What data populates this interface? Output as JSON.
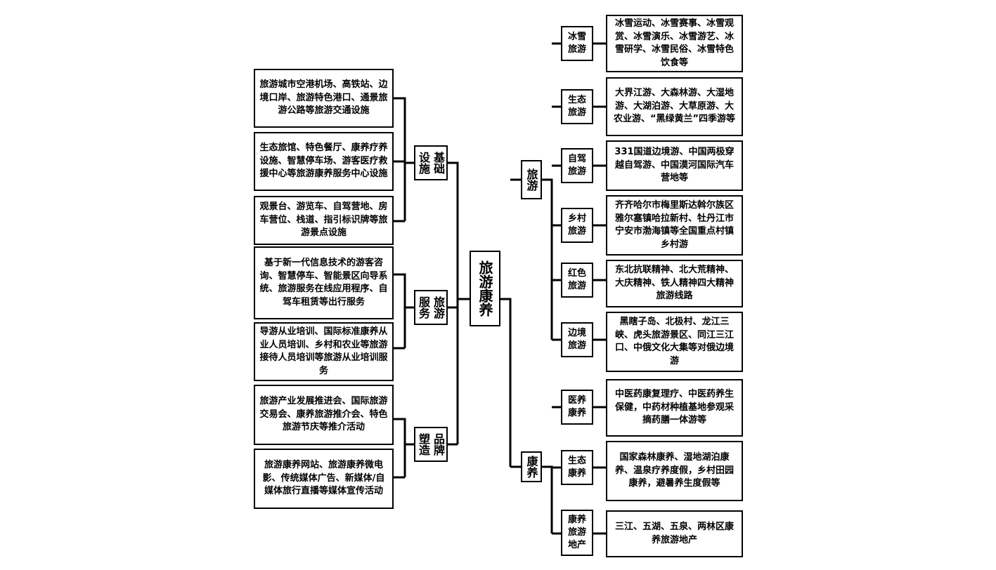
{
  "root": "旅游康养",
  "left": {
    "infra": {
      "label": "基础设施",
      "items": [
        "旅游城市空港机场、高铁站、边境口岸、旅游特色港口、通景旅游公路等旅游交通设施",
        "生态旅馆、特色餐厅、康养疗养设施、智慧停车场、游客医疗救援中心等旅游康养服务中心设施",
        "观景台、游览车、自驾营地、房车营位、栈道、指引标识牌等旅游景点设施"
      ]
    },
    "service": {
      "label": "旅游服务",
      "items": [
        "基于新一代信息技术的游客咨询、智慧停车、智能景区向导系统、旅游服务在线应用程序、自驾车租赁等出行服务",
        "导游从业培训、国际标准康养从业人员培训、乡村和农业等旅游接待人员培训等旅游从业培训服务"
      ]
    },
    "brand": {
      "label": "品牌塑造",
      "items": [
        "旅游产业发展推进会、国际旅游交易会、康养旅游推介会、特色旅游节庆等推介活动",
        "旅游康养网站、旅游康养微电影、传统媒体广告、新媒体/自媒体旅行直播等媒体宣传活动"
      ]
    }
  },
  "right": {
    "tourism": {
      "label": "旅游",
      "items": [
        {
          "cat": "冰雪旅游",
          "desc": "冰雪运动、冰雪赛事、冰雪观赏、冰雪演乐、冰雪游艺、冰雪研学、冰雪民俗、冰雪特色饮食等"
        },
        {
          "cat": "生态旅游",
          "desc": "大界江游、大森林游、大湿地游、大湖泊游、大草原游、大农业游、“黑绿黄兰”四季游等"
        },
        {
          "cat": "自驾旅游",
          "desc": "331国道边境游、中国两极穿越自驾游、中国漠河国际汽车营地等"
        },
        {
          "cat": "乡村旅游",
          "desc": "齐齐哈尔市梅里斯达斡尔族区雅尔塞镇哈拉新村、牡丹江市宁安市渤海镇等全国重点村镇乡村游"
        },
        {
          "cat": "红色旅游",
          "desc": "东北抗联精神、北大荒精神、大庆精神、铁人精神四大精神旅游线路"
        },
        {
          "cat": "边境旅游",
          "desc": "黑瞎子岛、北极村、龙江三峡、虎头旅游景区、同江三江口、中俄文化大集等对俄边境游"
        }
      ]
    },
    "health": {
      "label": "康养",
      "items": [
        {
          "cat": "医养康养",
          "desc": "中医药康复理疗、中医药养生保健，中药材种植基地参观采摘药膳一体游等"
        },
        {
          "cat": "生态康养",
          "desc": "国家森林康养、湿地湖泊康养、温泉疗养度假，乡村田园康养，避暑养生度假等"
        },
        {
          "cat": "康养旅游地产",
          "desc": "三江、五湖、五泉、两林区康养旅游地产"
        }
      ]
    }
  }
}
